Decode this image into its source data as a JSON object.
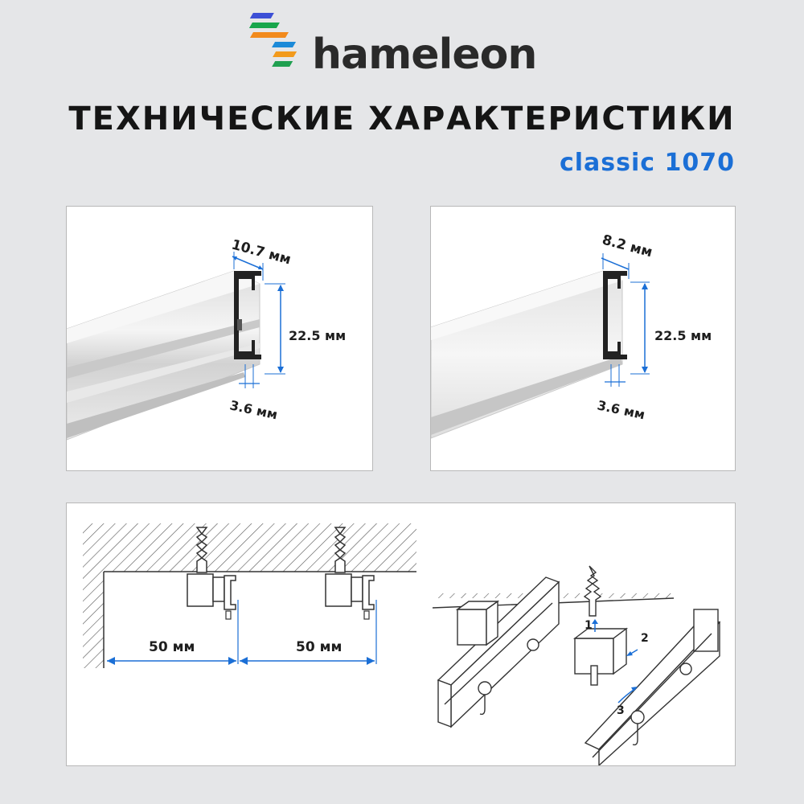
{
  "brand": {
    "name": "hameleon",
    "stripe_colors": [
      "#3c4fd6",
      "#18a64c",
      "#f28a1c",
      "#1c8ad8",
      "#f29a1c",
      "#20a050"
    ]
  },
  "header": {
    "title": "ТЕХНИЧЕСКИЕ ХАРАКТЕРИСТИКИ",
    "model": "classic 1070"
  },
  "colors": {
    "accent": "#1b6fd6",
    "dimension_line": "#1b6fd6"
  },
  "profile_left": {
    "width_label": "10.7 мм",
    "height_label": "22.5 мм",
    "slot_label": "3.6 мм"
  },
  "profile_right": {
    "width_label": "8.2 мм",
    "height_label": "22.5 мм",
    "slot_label": "3.6 мм"
  },
  "mounting": {
    "spacing_left": "50 мм",
    "spacing_right": "50 мм",
    "step_1": "1",
    "step_2": "2",
    "step_3": "3"
  }
}
